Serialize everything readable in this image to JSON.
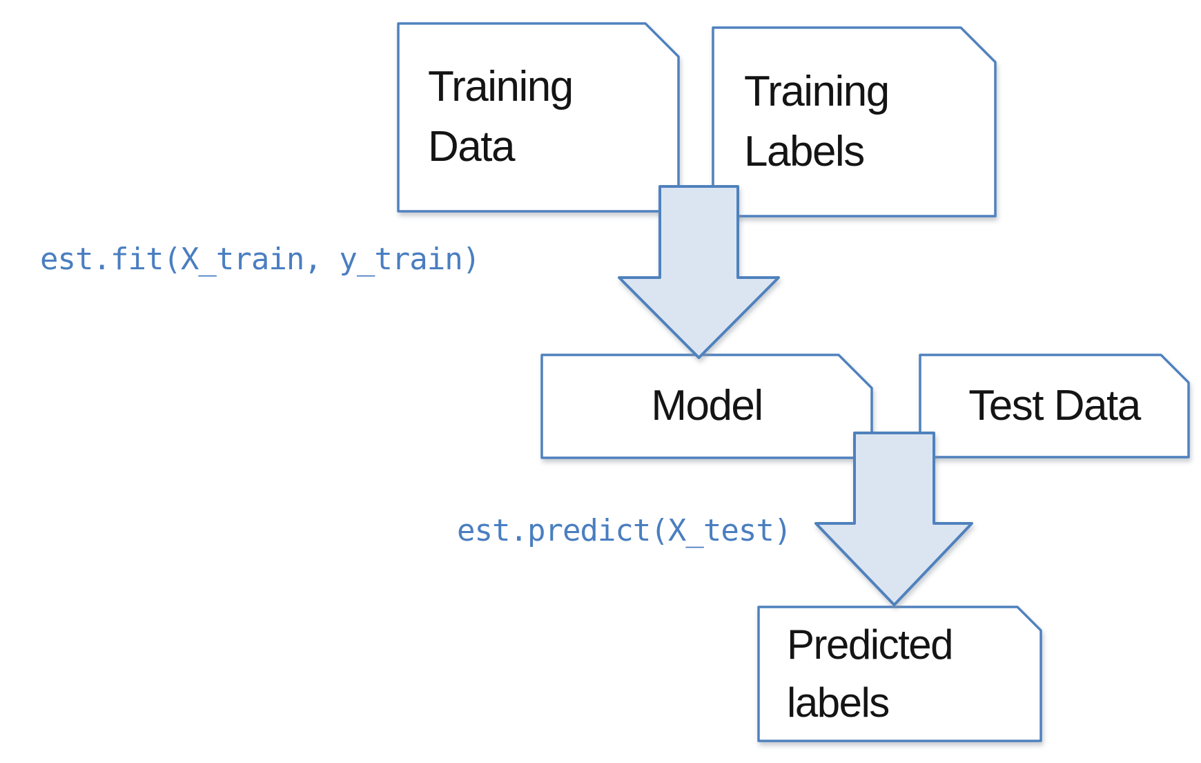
{
  "boxes": {
    "training_data": {
      "line1": "Training",
      "line2": "Data"
    },
    "training_labels": {
      "line1": "Training",
      "line2": "Labels"
    },
    "model": {
      "label": "Model"
    },
    "test_data": {
      "label": "Test Data"
    },
    "predicted_labels": {
      "line1": "Predicted",
      "line2": "labels"
    }
  },
  "code_annotations": {
    "fit": "est.fit(X_train, y_train)",
    "predict": "est.predict(X_test)"
  },
  "icons": {
    "fit_arrow": "block-arrow-down",
    "predict_arrow": "block-arrow-down"
  },
  "colors": {
    "background": "#ffffff",
    "box_fill": "#ffffff",
    "box_border": "#4f81bd",
    "arrow_fill": "#dbe5f1",
    "arrow_border": "#4f81bd",
    "label_text": "#141414",
    "code_text": "#4a7ec0"
  }
}
